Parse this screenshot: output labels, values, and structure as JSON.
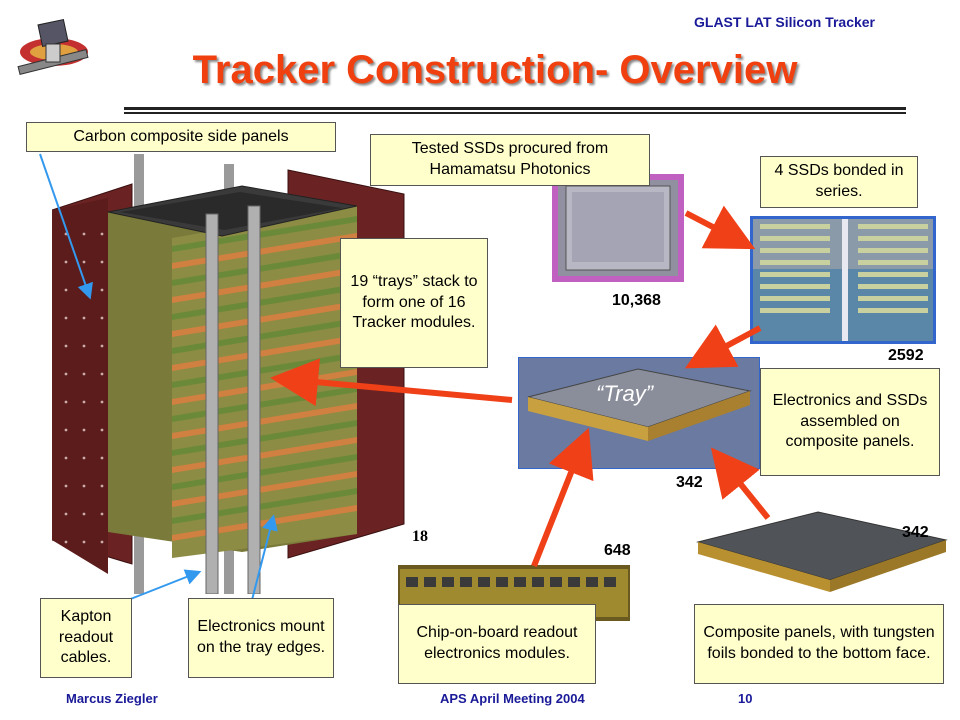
{
  "header": {
    "top_right_label": "GLAST LAT Silicon Tracker",
    "title": "Tracker Construction- Overview"
  },
  "callouts": {
    "side_panels": "Carbon composite side panels",
    "ssd_procured": "Tested SSDs procured from Hamamatsu Photonics",
    "ssd_bonded": "4 SSDs bonded in series.",
    "trays_stack": "19 “trays” stack to form one of 16 Tracker modules.",
    "electronics_ssd": "Electronics and SSDs assembled on composite panels.",
    "kapton": "Kapton readout cables.",
    "electronics_mount": "Electronics mount on the tray edges.",
    "chip_on_board": "Chip-on-board readout electronics modules.",
    "composite_panels": "Composite panels, with tungsten foils bonded to the bottom face."
  },
  "counts": {
    "ssd_total": "10,368",
    "ladders": "2592",
    "trays_center": "342",
    "panels": "342",
    "mcm": "648",
    "modules_stack": "18"
  },
  "tray_label": "“Tray”",
  "footer": {
    "author": "Marcus Ziegler",
    "meeting": "APS April Meeting 2004",
    "page": "10"
  },
  "colors": {
    "title": "#f04010",
    "header_text": "#1a1a99",
    "callout_bg": "#ffffcc",
    "arrow_red": "#f04018",
    "arrow_blue": "#3399ee"
  }
}
